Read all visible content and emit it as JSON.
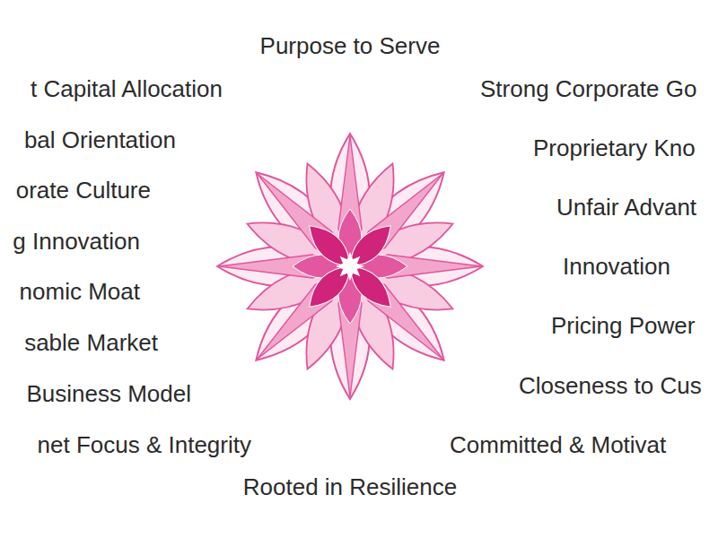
{
  "diagram": {
    "labels": [
      "Purpose to Serve",
      "t Capital Allocation",
      "bal Orientation",
      "orate Culture",
      "g Innovation",
      "nomic Moat",
      "sable Market",
      "Business Model",
      "net Focus & Integrity",
      "Strong Corporate Go",
      "Proprietary Kno",
      "Unfair Advant",
      "Innovation",
      "Pricing Power",
      "Closeness to Cus",
      "Committed & Motivat",
      "Rooted in Resilience"
    ]
  }
}
